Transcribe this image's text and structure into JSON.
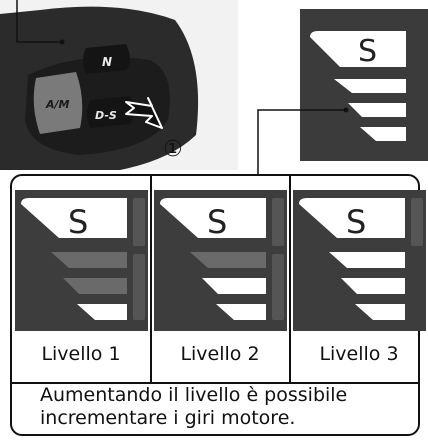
{
  "switch_labels": {
    "neutral": "N",
    "auto_manual": "A/M",
    "drive_sport": "D-S"
  },
  "callout_number": "①",
  "indicator_letter": "S",
  "levels": [
    "Livello 1",
    "Livello 2",
    "Livello 3"
  ],
  "note": {
    "line1": "Aumentando il livello è possibile",
    "line2": "incrementare i giri motore."
  },
  "colors": {
    "display_bg": "#3d3d3d",
    "segment_on": "#ffffff",
    "segment_off": "#6a6a6a",
    "accent_dim": "#555555"
  }
}
